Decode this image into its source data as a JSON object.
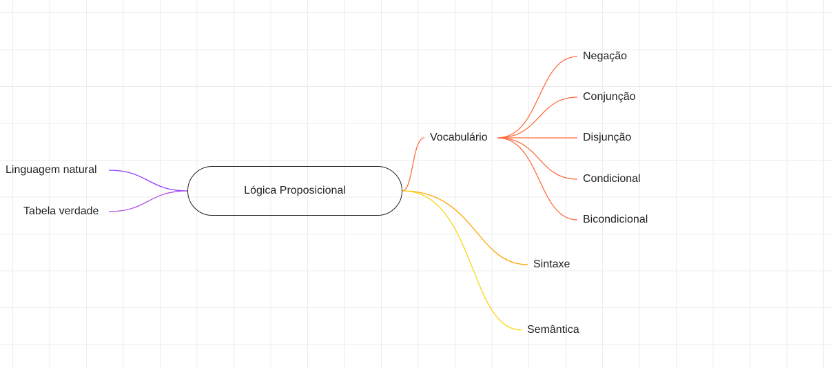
{
  "mindmap": {
    "root": {
      "label": "Lógica Proposicional"
    },
    "left_branches": {
      "color": "#8b3dff",
      "items": [
        {
          "label": "Linguagem natural"
        },
        {
          "label": "Tabela verdade"
        }
      ]
    },
    "vocabulary": {
      "label": "Vocabulário",
      "color": "#ff6b3d",
      "children": [
        {
          "label": "Negação"
        },
        {
          "label": "Conjunção"
        },
        {
          "label": "Disjunção"
        },
        {
          "label": "Condicional"
        },
        {
          "label": "Bicondicional"
        }
      ]
    },
    "syntax": {
      "label": "Sintaxe",
      "color": "#ffa500"
    },
    "semantics": {
      "label": "Semântica",
      "color": "#f8d613"
    }
  }
}
